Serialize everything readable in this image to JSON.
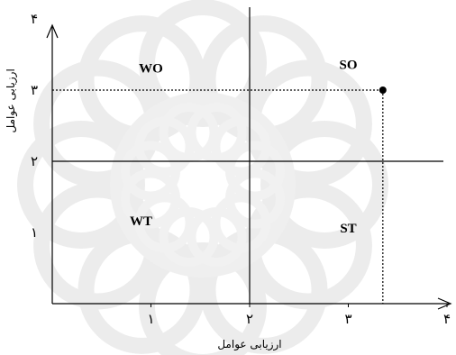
{
  "chart_data": {
    "type": "scatter",
    "title": "",
    "xlabel": "ارزیابی عوامل",
    "ylabel": "ارزیابی عوامل",
    "xlim": [
      0,
      4
    ],
    "ylim": [
      0,
      4
    ],
    "x_ticks": [
      {
        "value": 1,
        "label": "۱"
      },
      {
        "value": 2,
        "label": "۲"
      },
      {
        "value": 3,
        "label": "۳"
      },
      {
        "value": 4,
        "label": "۴"
      }
    ],
    "y_ticks": [
      {
        "value": 1,
        "label": "۱"
      },
      {
        "value": 2,
        "label": "۲"
      },
      {
        "value": 3,
        "label": "۳"
      },
      {
        "value": 4,
        "label": "۴"
      }
    ],
    "divider_x": 2,
    "divider_y": 2,
    "quadrants": [
      {
        "label": "WO",
        "x": 1.0,
        "y": 3.25
      },
      {
        "label": "SO",
        "x": 3.0,
        "y": 3.3
      },
      {
        "label": "WT",
        "x": 0.9,
        "y": 1.1
      },
      {
        "label": "ST",
        "x": 3.0,
        "y": 1.0
      }
    ],
    "points": [
      {
        "x": 3.35,
        "y": 3.0
      }
    ],
    "grid": false,
    "legend": "none",
    "background": "decorative geometric watermark"
  }
}
